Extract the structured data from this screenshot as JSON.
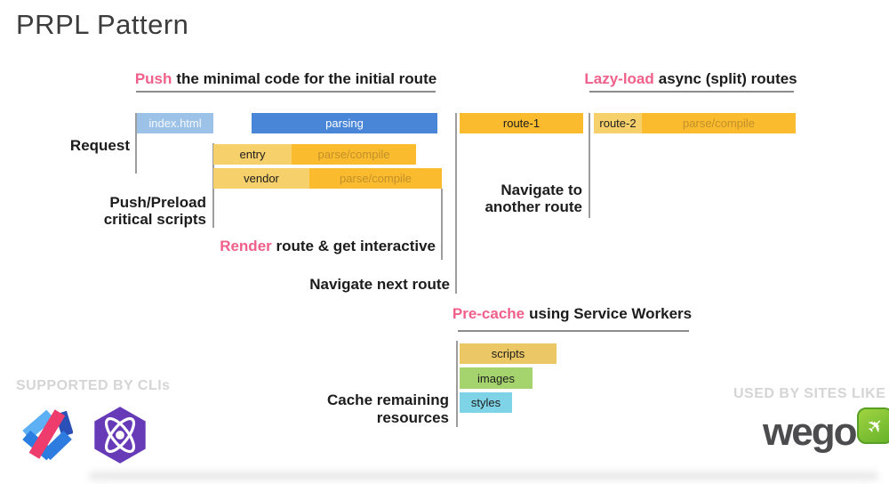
{
  "slide": {
    "title": "PRPL Pattern"
  },
  "headings": {
    "push": {
      "highlight": "Push",
      "rest": "the minimal code for the initial route"
    },
    "lazy": {
      "highlight": "Lazy-load",
      "rest": "async (split) routes"
    },
    "render": {
      "highlight": "Render",
      "rest": "route & get interactive"
    },
    "precache": {
      "highlight": "Pre-cache",
      "rest": "using Service Workers"
    }
  },
  "labels": {
    "request": "Request",
    "push_preload_1": "Push/Preload",
    "push_preload_2": "critical scripts",
    "navigate_another_1": "Navigate to",
    "navigate_another_2": "another route",
    "navigate_next": "Navigate next route",
    "cache_remaining_1": "Cache remaining",
    "cache_remaining_2": "resources"
  },
  "bars": {
    "index_html": {
      "label": "index.html"
    },
    "parsing": {
      "label": "parsing"
    },
    "route1": {
      "label": "route-1"
    },
    "route2": {
      "label": "route-2",
      "parse": "parse/compile"
    },
    "entry": {
      "label": "entry",
      "parse": "parse/compile"
    },
    "vendor": {
      "label": "vendor",
      "parse": "parse/compile"
    },
    "scripts": {
      "label": "scripts"
    },
    "images": {
      "label": "images"
    },
    "styles": {
      "label": "styles"
    }
  },
  "footer": {
    "supported": "SUPPORTED BY CLIs",
    "used": "USED BY SITES LIKE",
    "wego_text": "wego"
  },
  "colors": {
    "accent_pink": "#f0608a",
    "bar_blue": "#4a86d8",
    "bar_light_blue": "#9cc2e8",
    "bar_amber": "#fbbb2e",
    "bar_light_yellow": "#f6d06b",
    "bar_gold": "#ecc765",
    "bar_green": "#a5d46e",
    "bar_cyan": "#7ed3e6",
    "preact_purple": "#673ab8",
    "wego_green": "#76bc33"
  }
}
